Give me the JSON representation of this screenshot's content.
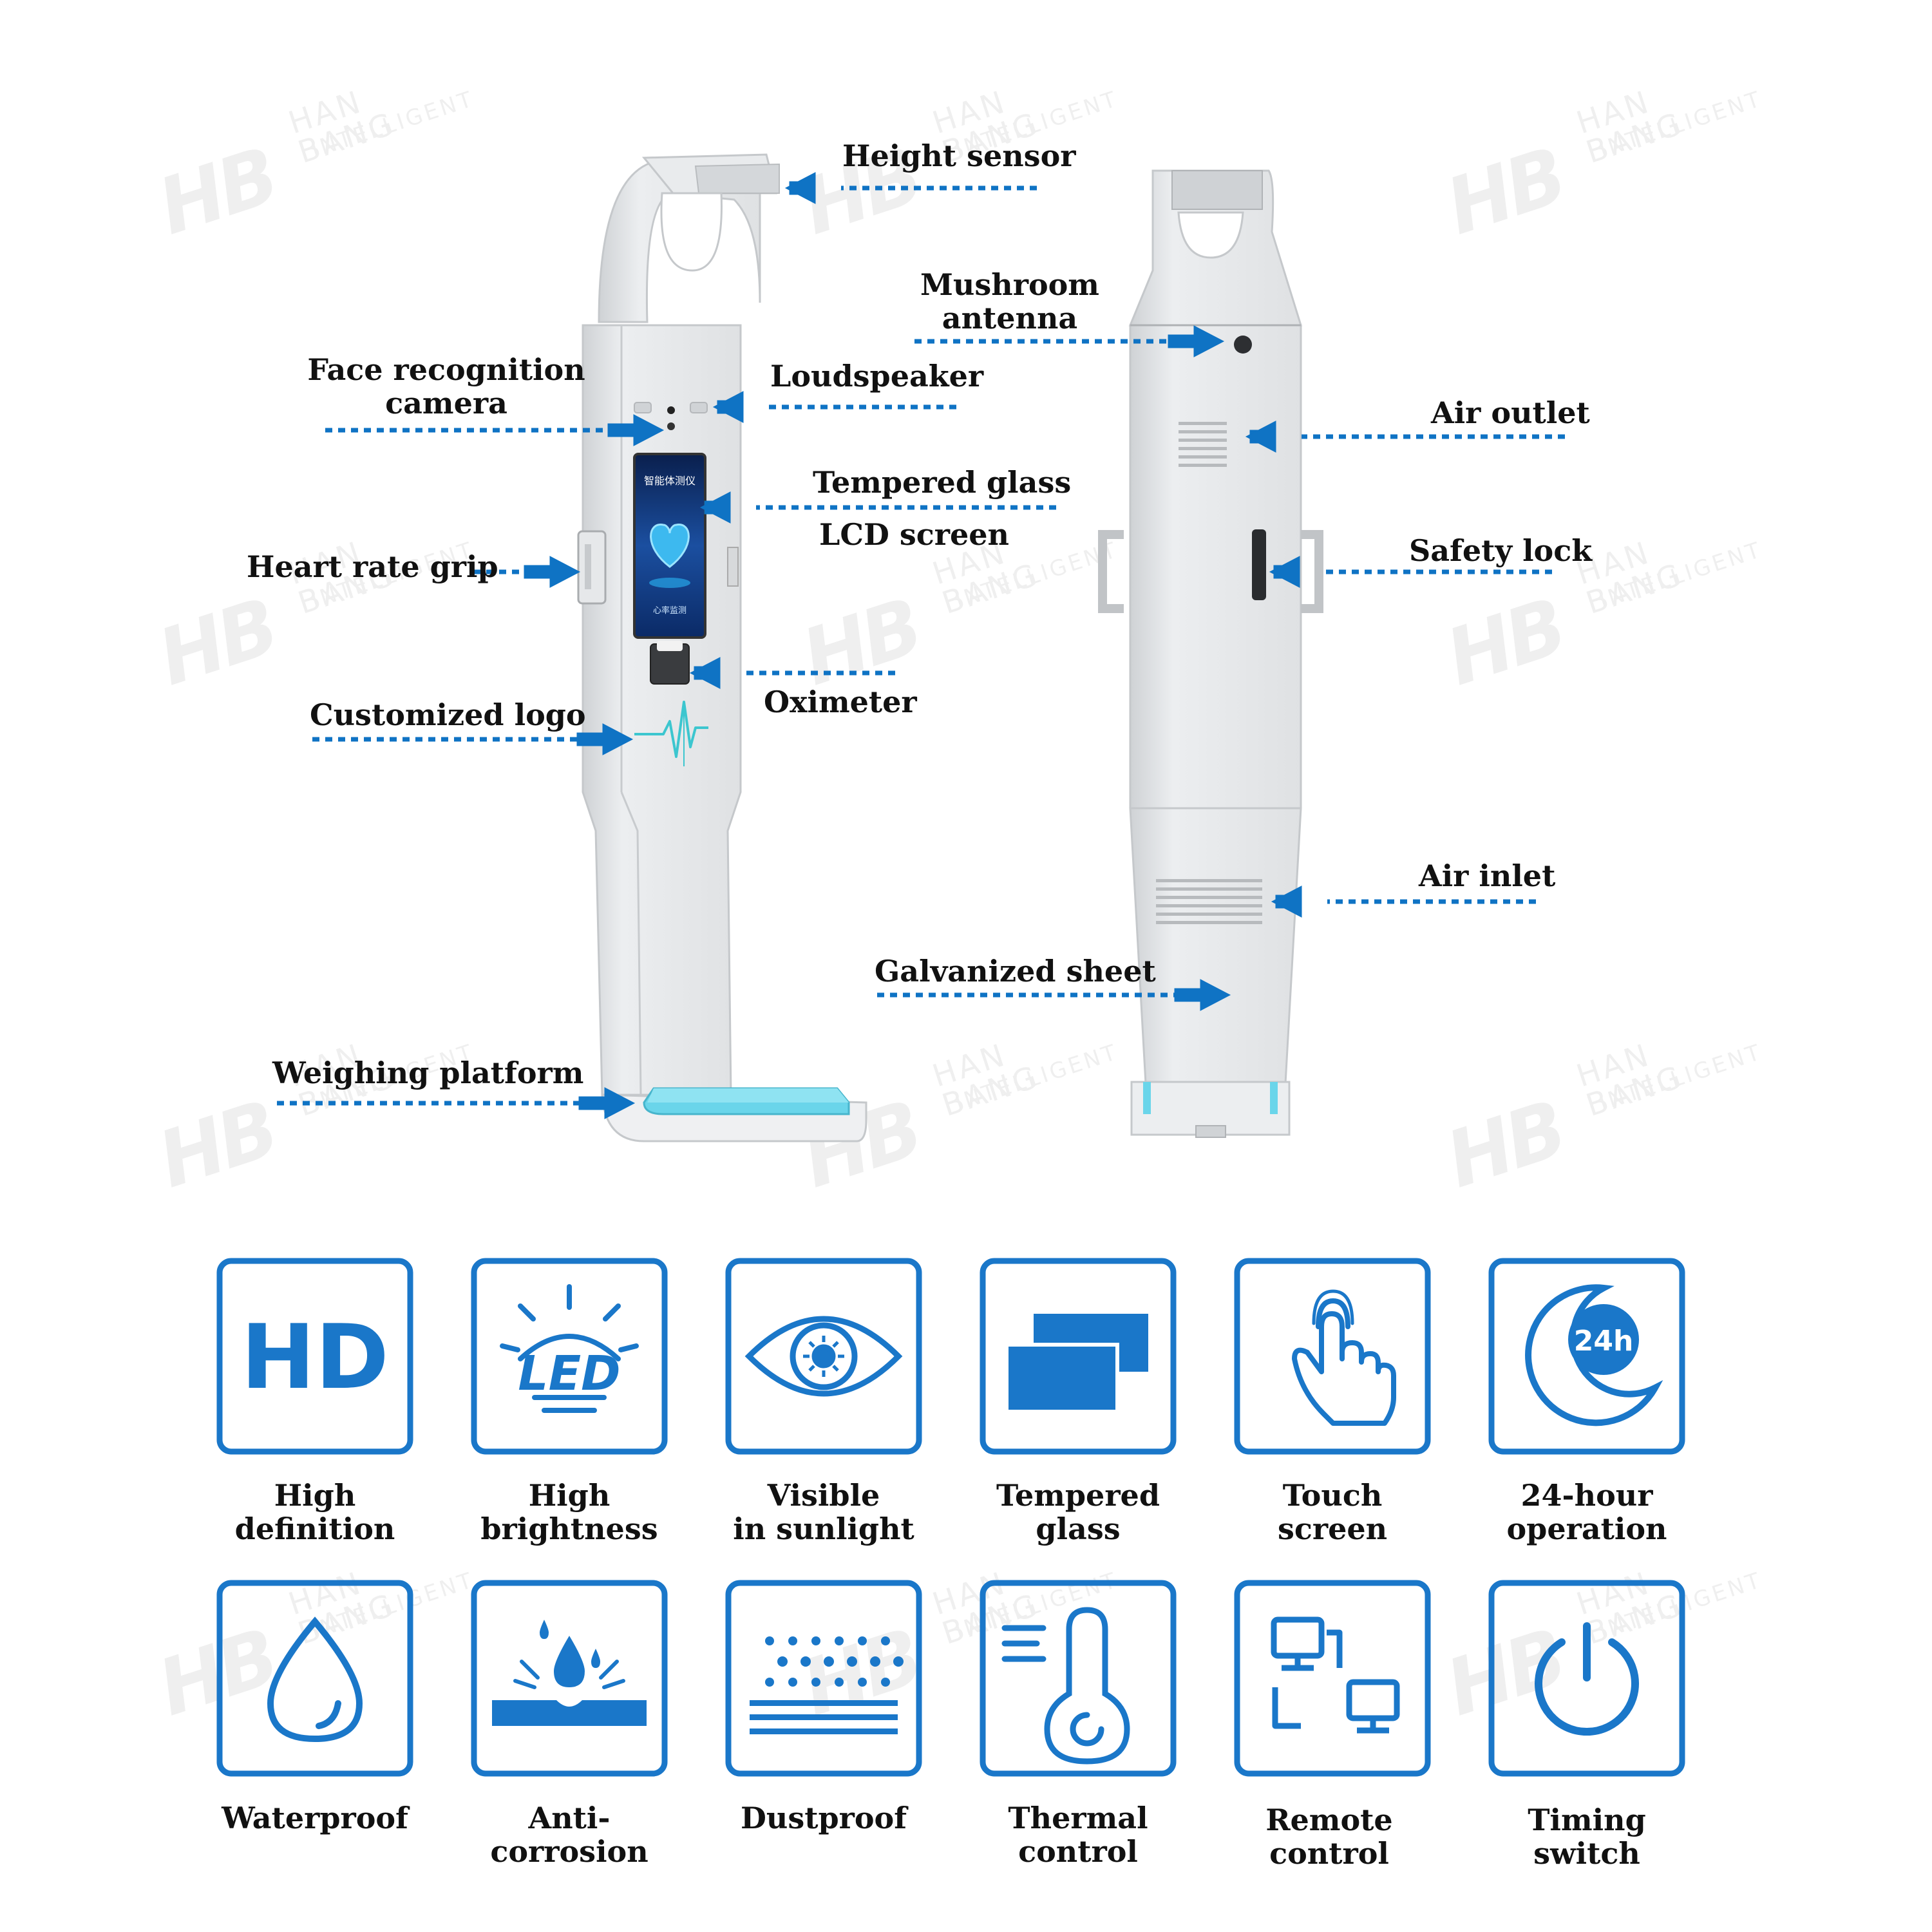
{
  "colors": {
    "accent": "#1a77c9",
    "arrow": "#0f73c4",
    "device": "#e3e5e7",
    "scale": "#69d5ea"
  },
  "watermark": {
    "logo": "HB",
    "line1": "HAN BANG",
    "line2": "INTELLIGENT"
  },
  "callouts": {
    "height_sensor": "Height sensor",
    "face_camera_1": "Face recognition",
    "face_camera_2": "camera",
    "loudspeaker": "Loudspeaker",
    "tempered_glass": "Tempered glass",
    "lcd_screen": "LCD screen",
    "heart_rate_grip": "Heart rate grip",
    "oximeter": "Oximeter",
    "customized_logo": "Customized logo",
    "weighing_platform": "Weighing platform",
    "mushroom_1": "Mushroom",
    "mushroom_2": "antenna",
    "air_outlet": "Air outlet",
    "safety_lock": "Safety lock",
    "air_inlet": "Air inlet",
    "galvanized_sheet": "Galvanized sheet"
  },
  "screen": {
    "title": "智能体测仪",
    "subtitle": "心率监测"
  },
  "features": [
    {
      "icon": "hd-icon",
      "hd_text": "HD",
      "line1": "High",
      "line2": "definition"
    },
    {
      "icon": "led-icon",
      "led_text": "LED",
      "line1": "High",
      "line2": "brightness"
    },
    {
      "icon": "eye-sun-icon",
      "line1": "Visible",
      "line2": "in sunlight"
    },
    {
      "icon": "glass-panels-icon",
      "line1": "Tempered",
      "line2": "glass"
    },
    {
      "icon": "touch-hand-icon",
      "line1": "Touch",
      "line2": "screen"
    },
    {
      "icon": "moon-24h-icon",
      "badge": "24h",
      "line1": "24-hour",
      "line2": "operation"
    },
    {
      "icon": "water-drop-icon",
      "line1": "Waterproof",
      "line2": ""
    },
    {
      "icon": "anti-corrosion-icon",
      "line1": "Anti-",
      "line2": "corrosion"
    },
    {
      "icon": "dust-icon",
      "line1": "Dustproof",
      "line2": ""
    },
    {
      "icon": "thermometer-icon",
      "line1": "Thermal",
      "line2": "control"
    },
    {
      "icon": "network-icon",
      "line1": "Remote",
      "line2": "control"
    },
    {
      "icon": "power-icon",
      "line1": "Timing",
      "line2": "switch"
    }
  ]
}
